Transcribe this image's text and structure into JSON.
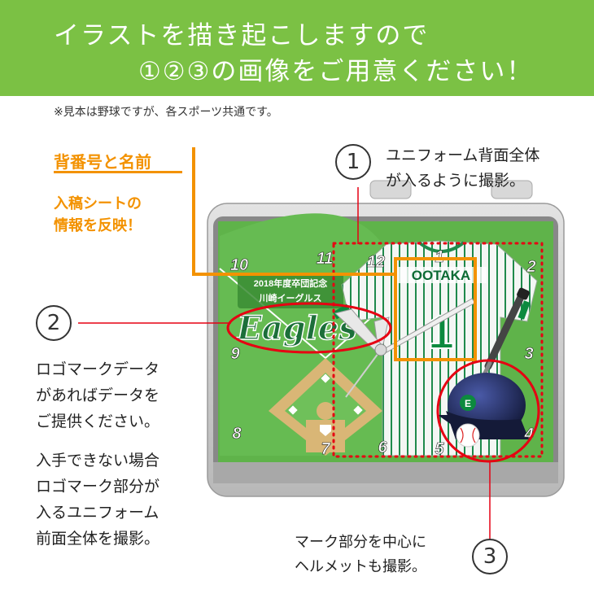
{
  "banner": {
    "line1": "イラストを描き起こしますので",
    "line2": "①②③の画像をご用意ください！",
    "color": "#7bc144"
  },
  "note": "※見本は野球ですが、各スポーツ共通です。",
  "back_info": {
    "title": "背番号と名前",
    "subtitle": "入稿シートの\n情報を反映！",
    "color": "#f39200"
  },
  "step1": {
    "number": "1",
    "line1": "ユニフォーム背面全体",
    "line2": "が入るように撮影。"
  },
  "step2": {
    "number": "2",
    "para1_line1": "ロゴマークデータ",
    "para1_line2": "があればデータを",
    "para1_line3": "ご提供ください。",
    "para2_line1": "入手できない場合",
    "para2_line2": "ロゴマーク部分が",
    "para2_line3": "入るユニフォーム",
    "para2_line4": "前面全体を撮影。"
  },
  "step3": {
    "number": "3",
    "line1": "マーク部分を中心に",
    "line2": "ヘルメットも撮影。"
  },
  "clock": {
    "caption_line1": "2018年度卒団記念",
    "caption_line2": "川崎イーグルス",
    "logo_text": "Eagles",
    "jersey_name": "OOTAKA",
    "jersey_number": "1",
    "helmet_letter": "E",
    "dial_numbers": [
      "12",
      "1",
      "2",
      "3",
      "4",
      "5",
      "6",
      "7",
      "8",
      "9",
      "10",
      "11"
    ],
    "field_color": "#5fb34a",
    "frame_color": "#c9c9c9"
  },
  "colors": {
    "red": "#e60012",
    "orange": "#f39200",
    "green_dark": "#0c8a3e"
  }
}
